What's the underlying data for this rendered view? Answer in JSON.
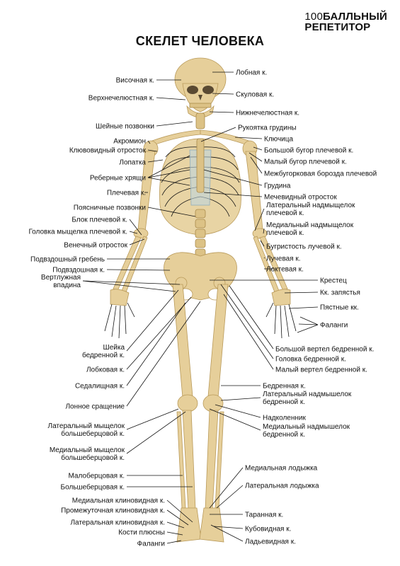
{
  "header": {
    "logo_number": "100",
    "logo_line1": "БАЛЛЬНЫЙ",
    "logo_line2": "РЕПЕТИТОР",
    "title": "СКЕЛЕТ ЧЕЛОВЕКА"
  },
  "labels_left": [
    {
      "id": "temporal",
      "lines": [
        "Височная к."
      ]
    },
    {
      "id": "maxilla",
      "lines": [
        "Верхнечелюстная к."
      ]
    },
    {
      "id": "cervical",
      "lines": [
        "Шейные позвонки"
      ]
    },
    {
      "id": "acromion",
      "lines": [
        "Акромион"
      ]
    },
    {
      "id": "coracoid",
      "lines": [
        "Клювовидный отросток"
      ]
    },
    {
      "id": "scapula",
      "lines": [
        "Лопатка"
      ]
    },
    {
      "id": "costal-cartilage",
      "lines": [
        "Реберные хрящи"
      ]
    },
    {
      "id": "humerus",
      "lines": [
        "Плечевая к."
      ]
    },
    {
      "id": "lumbar",
      "lines": [
        "Поясничные позвонки"
      ]
    },
    {
      "id": "trochlea",
      "lines": [
        "Блок плечевой к."
      ]
    },
    {
      "id": "capitulum",
      "lines": [
        "Головка мыщелка плечевой к."
      ]
    },
    {
      "id": "coronoid",
      "lines": [
        "Венечный отросток"
      ]
    },
    {
      "id": "iliac-crest",
      "lines": [
        "Подвздошный гребень"
      ]
    },
    {
      "id": "ilium",
      "lines": [
        "Подвздошная к."
      ]
    },
    {
      "id": "acetabulum",
      "lines": [
        "Вертлужная",
        "впадина"
      ]
    },
    {
      "id": "femur-neck",
      "lines": [
        "Шейка",
        "бедренной к."
      ]
    },
    {
      "id": "pubis",
      "lines": [
        "Лобковая к."
      ]
    },
    {
      "id": "ischium",
      "lines": [
        "Седалищная к."
      ]
    },
    {
      "id": "symphysis",
      "lines": [
        "Лонное сращение"
      ]
    },
    {
      "id": "lat-condyle-tibia",
      "lines": [
        "Латеральный мыщелок",
        "большеберцовой к."
      ]
    },
    {
      "id": "med-condyle-tibia",
      "lines": [
        "Медиальный мыщелок",
        "большеберцовой к."
      ]
    },
    {
      "id": "fibula",
      "lines": [
        "Малоберцовая к."
      ]
    },
    {
      "id": "tibia",
      "lines": [
        "Большеберцовая к."
      ]
    },
    {
      "id": "med-cuneiform",
      "lines": [
        "Медиальная клиновидная к."
      ]
    },
    {
      "id": "int-cuneiform",
      "lines": [
        "Промежуточная клиновидная к."
      ]
    },
    {
      "id": "lat-cuneiform",
      "lines": [
        "Латеральная клиновидная к."
      ]
    },
    {
      "id": "metatarsals",
      "lines": [
        "Кости плюсны"
      ]
    },
    {
      "id": "phalanges-foot",
      "lines": [
        "Фаланги"
      ]
    }
  ],
  "labels_right": [
    {
      "id": "frontal",
      "lines": [
        "Лобная к."
      ]
    },
    {
      "id": "zygomatic",
      "lines": [
        "Скуловая к."
      ]
    },
    {
      "id": "mandible",
      "lines": [
        "Нижнечелюстная к."
      ]
    },
    {
      "id": "manubrium",
      "lines": [
        "Рукоятка грудины"
      ]
    },
    {
      "id": "clavicle",
      "lines": [
        "Ключица"
      ]
    },
    {
      "id": "greater-tubercle",
      "lines": [
        "Большой бугор плечевой к."
      ]
    },
    {
      "id": "lesser-tubercle",
      "lines": [
        "Малый бугор плечевой к."
      ]
    },
    {
      "id": "intertubercular",
      "lines": [
        "Межбугорковая борозда плечевой"
      ]
    },
    {
      "id": "sternum",
      "lines": [
        "Грудина"
      ]
    },
    {
      "id": "xiphoid",
      "lines": [
        "Мечевидный отросток"
      ]
    },
    {
      "id": "lat-epicondyle",
      "lines": [
        "Латеральный надмыщелок",
        "плечевой к."
      ]
    },
    {
      "id": "med-epicondyle",
      "lines": [
        "Медиальный надмыщелок",
        "плечевой к."
      ]
    },
    {
      "id": "radial-tuberosity",
      "lines": [
        "Бугристость лучевой к."
      ]
    },
    {
      "id": "radius",
      "lines": [
        "Лучевая к."
      ]
    },
    {
      "id": "ulna",
      "lines": [
        "Локтевая к."
      ]
    },
    {
      "id": "sacrum",
      "lines": [
        "Крестец"
      ]
    },
    {
      "id": "carpals",
      "lines": [
        "Кк. запястья"
      ]
    },
    {
      "id": "metacarpals",
      "lines": [
        "Пястные кк."
      ]
    },
    {
      "id": "phalanges-hand",
      "lines": [
        "Фаланги"
      ]
    },
    {
      "id": "greater-trochanter",
      "lines": [
        "Большой вертел бедренной к."
      ]
    },
    {
      "id": "femur-head",
      "lines": [
        "Головка бедренной к."
      ]
    },
    {
      "id": "lesser-trochanter",
      "lines": [
        "Малый вертел бедренной к."
      ]
    },
    {
      "id": "femur",
      "lines": [
        "Бедренная к."
      ]
    },
    {
      "id": "lat-epicondyle-femur",
      "lines": [
        "Латеральный надмышелок",
        "бедренной к."
      ]
    },
    {
      "id": "patella",
      "lines": [
        "Надколенник"
      ]
    },
    {
      "id": "med-epicondyle-femur",
      "lines": [
        "Медиальный надмышелок",
        "бедренной к."
      ]
    },
    {
      "id": "med-malleolus",
      "lines": [
        "Медиальная лодыжка"
      ]
    },
    {
      "id": "lat-malleolus",
      "lines": [
        "Латеральная лодыжка"
      ]
    },
    {
      "id": "talus",
      "lines": [
        "Таранная к."
      ]
    },
    {
      "id": "cuboid",
      "lines": [
        "Кубовидная к."
      ]
    },
    {
      "id": "navicular",
      "lines": [
        "Ладьевидная к."
      ]
    }
  ]
}
